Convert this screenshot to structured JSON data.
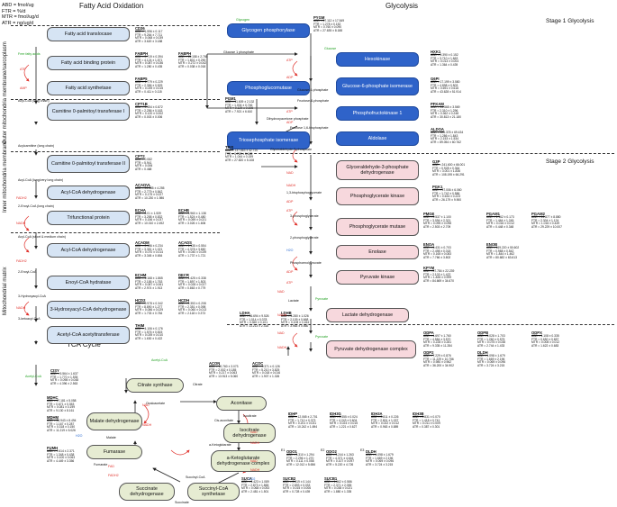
{
  "legend": [
    "ABD = fmol/ug",
    "FTR = %/d",
    "MTR = fmol/ug/d",
    "ATR = ng/ug/d"
  ],
  "sections": {
    "fao": "Fatty Acid Oxidation",
    "glycolysis": "Glycolysis",
    "tca": "TCA Cycle",
    "stage1": "Stage 1 Glycolysis",
    "stage2": "Stage 2 Glycolysis"
  },
  "side_labels": {
    "outer": "Outer mitochondria membrane/sarcoplasm",
    "inner": "Inner mitochondria membrane",
    "matrix": "Mitochondrial matrix"
  },
  "enzymes": [
    {
      "id": "fatty-acid-translocase",
      "label": "Fatty acid translocase"
    },
    {
      "id": "fatty-acid-binding-protein",
      "label": "Fatty acid binding protein"
    },
    {
      "id": "fatty-acid-synthetase",
      "label": "Fatty acid synthetase"
    },
    {
      "id": "cpt1",
      "label": "Carnitine 0-palmitoyl transferase I"
    },
    {
      "id": "cpt2",
      "label": "Carnitine 0-palmitoyl transferase II"
    },
    {
      "id": "acyl-coa-dh-1",
      "label": "Acyl-CoA dehydrogenase"
    },
    {
      "id": "trifunctional",
      "label": "Trifunctional protein"
    },
    {
      "id": "acyl-coa-dh-2",
      "label": "Acyl-CoA dehydrogenase"
    },
    {
      "id": "enoyl-coa-hydratase",
      "label": "Enoyl-CoA hydratase"
    },
    {
      "id": "hydroxyacyl",
      "label": "3-Hydroxyacyl-CoA dehydrogenase"
    },
    {
      "id": "acetyl-coa-acetyltransferase",
      "label": "Acetyl-CoA acetyltransferase"
    },
    {
      "id": "glycogen-phosphorylase",
      "label": "Glycogen phosphorylase"
    },
    {
      "id": "hexokinase",
      "label": "Hexokinase"
    },
    {
      "id": "phosphoglucomutase",
      "label": "Phosphoglucomutase"
    },
    {
      "id": "g6p-isomerase",
      "label": "Glucose-6-phosphate isomerase"
    },
    {
      "id": "phosphofructokinase",
      "label": "Phosphofructokinase 1"
    },
    {
      "id": "triosephosphate-isomerase",
      "label": "Triosephosphate isomerase"
    },
    {
      "id": "aldolase",
      "label": "Aldolase"
    },
    {
      "id": "gapdh",
      "label": "Glyceraldehyde-3-phosphate dehydrogenase"
    },
    {
      "id": "phosphoglycerate-kinase",
      "label": "Phosphoglycerate kinase"
    },
    {
      "id": "phosphoglycerate-mutase",
      "label": "Phosphoglycerate mutase"
    },
    {
      "id": "enolase",
      "label": "Enolase"
    },
    {
      "id": "pyruvate-kinase",
      "label": "Pyruvate kinase"
    },
    {
      "id": "lactate-dehydrogenase",
      "label": "Lactate dehydrogenase"
    },
    {
      "id": "pdh-complex",
      "label": "Pyruvate dehydrogenase complex"
    },
    {
      "id": "citrate-synthase",
      "label": "Citrate synthase"
    },
    {
      "id": "aconitase",
      "label": "Aconitase"
    },
    {
      "id": "malate-dh",
      "label": "Malate dehydrogenase"
    },
    {
      "id": "fumarase",
      "label": "Fumarase"
    },
    {
      "id": "isocitrate-dh",
      "label": "Isocitrate dehydrogenase"
    },
    {
      "id": "akg-dh",
      "label": "a-Ketoglutarate dehydrogenase complex"
    },
    {
      "id": "succinate-dh",
      "label": "Succinate dehydrogenase"
    },
    {
      "id": "succinyl-coa-synthetase",
      "label": "Succinyl-CoA synthetase"
    }
  ],
  "genes": [
    {
      "name": "CD36",
      "lines": [
        "ABD = 1.596 ± 0.117",
        "FTR = 9.264 ± 7.711",
        "MTR = 0.068 ± 0.039",
        "ATR = 3.620 ± 3.188"
      ]
    },
    {
      "name": "FABPH",
      "lines": [
        "ABD = 2.719 ± 0.394",
        "FTR = 4.124 ± 1.571",
        "MTR = 0.087 ± 0.036",
        "ATR = 1.280 ± 0.435"
      ]
    },
    {
      "name": "FABPH",
      "lines": [
        "ABD = 15.158 ± 2.765",
        "FTR = 1.801 ± 0.290",
        "MTR = 0.272 ± 0.042",
        "ATR = 0.038 ± 0.018"
      ]
    },
    {
      "name": "FABP5",
      "lines": [
        "ABD = 1.779 ± 0.229",
        "FTR = 2.356 ± 0.529",
        "MTR = 0.039 ± 0.015",
        "ATR = 0.411 ± 0.115"
      ]
    },
    {
      "name": "CPT1B",
      "lines": [
        "ABD = 5.454 ± 0.872",
        "FTR = 2.256 ± 0.163",
        "MTR = 0.120 ± 0.002",
        "ATR = 0.003 ± 0.006"
      ]
    },
    {
      "name": "CPT2",
      "lines": [
        "ABD = 0.082",
        "FTR = 5.941",
        "MTR = 0.006",
        "ATR = 0.468"
      ]
    },
    {
      "name": "ACADVL",
      "lines": [
        "ABD = 25.685 ± 4.255",
        "FTR = 2.779 ± 0.842",
        "MTR = 0.175 ± 0.027",
        "ATR = 10.230 ± 1.986"
      ]
    },
    {
      "name": "ECHA",
      "lines": [
        "ABD = 8.01 ± 1.539",
        "FTR = 3.258 ± 0.832",
        "MTR = 0.156 ± 0.037",
        "ATR = 10.010 ± 2.492"
      ]
    },
    {
      "name": "ECHB",
      "lines": [
        "ABD = 3.960 ± 1.138",
        "FTR = 1.524 ± 0.480",
        "MTR = 0.059 ± 0.021",
        "ATR = 3.026 ± 1.606"
      ]
    },
    {
      "name": "ACADM",
      "lines": [
        "ABD = 2.136 ± 0.234",
        "FTR = 3.351 ± 1.021",
        "MTR = 0.070 ± 0.014",
        "ATR = 3.345 ± 0.654"
      ]
    },
    {
      "name": "ACADS",
      "lines": [
        "ABD = 1.135 ± 0.554",
        "FTR = 4.378 ± 3.650",
        "MTR = 0.040 ± 0.039",
        "ATR = 1.737 ± 1.721"
      ]
    },
    {
      "name": "ECHM",
      "lines": [
        "ABD = 4.168 ± 1.865",
        "FTR = 2.185 ± 1.763",
        "MTR = 0.087 ± 0.061",
        "ATR = 2.974 ± 1.913"
      ]
    },
    {
      "name": "DECR",
      "lines": [
        "ABD = 1.425 ± 0.338",
        "FTR = 1.897 ± 1.503",
        "MTR = 0.028 ± 0.027",
        "ATR = 0.863 ± 0.779"
      ]
    },
    {
      "name": "HCD2",
      "lines": [
        "ABD = 0.978 ± 0.342",
        "FTR = 8.890 ± 1.277",
        "MTR = 0.086 ± 0.029",
        "ATR = 1.733 ± 0.784"
      ]
    },
    {
      "name": "HCDH",
      "lines": [
        "ABD = 2.353 ± 0.208",
        "FTR = 2.351 ± 0.098",
        "MTR = 0.060 ± 0.013",
        "ATR = 2.118 ± 0.373"
      ]
    },
    {
      "name": "THIM",
      "lines": [
        "ABD = 4.106 ± 0.176",
        "FTR = 1.576 ± 0.815",
        "MTR = 0.039 ± 0.010",
        "ATR = 1.630 ± 0.422"
      ]
    },
    {
      "name": "PYGM",
      "lines": [
        "ABD = 67.112 ± 17.549",
        "FTR = 1.278 ± 0.152",
        "MTR = 0.760 ± 0.090",
        "ATR = 27.635 ± 8.188"
      ]
    },
    {
      "name": "HXK1",
      "lines": [
        "ABD = 0.390 ± 0.152",
        "FTR = 3.710 ± 1.663",
        "MTR = 0.013 ± 0.004",
        "ATR = 1.364 ± 0.439"
      ]
    },
    {
      "name": "G6PI",
      "lines": [
        "ABD = 17.199 ± 3.580",
        "FTR = 4.898 ± 0.503",
        "MTR = 0.691 ± 0.616",
        "ATR = 43.628 ± 51.914"
      ]
    },
    {
      "name": "PFKAM",
      "lines": [
        "ABD = 14.565 ± 3.569",
        "FTR = 2.310 ± 1.296",
        "MTR = 0.362 ± 0.248",
        "ATR = 30.813 ± 21.180"
      ]
    },
    {
      "name": "ALDOA",
      "lines": [
        "ABD = 125.378 ± 69.434",
        "FTR = 1.286 ± 1.843",
        "MTR = 2.153 ± 1.534",
        "ATR = 89.054 ± 60.762"
      ]
    },
    {
      "name": "PGM1",
      "lines": [
        "ABD = 11.609 ± 2.132",
        "FTR = 1.004 ± 0.746",
        "MTR = 0.129 ± 0.106",
        "ATR = 7.921 ± 6.610"
      ]
    },
    {
      "name": "TPIS",
      "lines": [
        "ABD = 137.663 ± 42.720",
        "FTR = 0.769 ± 0.169",
        "MTR = 1.044 ± 0.159",
        "ATR = 27.820 ± 5.108"
      ]
    },
    {
      "name": "G3P",
      "lines": [
        "ABD = 241.600 ± 66.001",
        "FTR = 0.928 ± 0.364",
        "MTR = 3.001 ± 1.836",
        "ATR = 108.195 ± 66.291"
      ]
    },
    {
      "name": "PGK1",
      "lines": [
        "ABD = 37.006 ± 6.060",
        "FTR = 1.742 ± 0.586",
        "MTR = 0.634 ± 0.223",
        "ATR = 26.179 ± 9.900"
      ]
    },
    {
      "name": "PMGE",
      "lines": [
        "ABD = 2.537 ± 1.100",
        "FTR = 3.094 ± 2.321",
        "MTR = 0.095 ± 0.098",
        "ATR = 2.503 ± 2.709"
      ]
    },
    {
      "name": "PGAM1",
      "lines": [
        "ABD = 1.162 ± 0.173",
        "FTR = 1.464 ± 1.245",
        "MTR = 0.016 ± 0.012",
        "ATR = 0.448 ± 0.348"
      ]
    },
    {
      "name": "PGAM2",
      "lines": [
        "ABD = 44.877 ± 8.880",
        "FTR = 2.304 ± 1.124",
        "MTR = 1.016 ± 0.449",
        "ATR = 29.229 ± 10.007"
      ]
    },
    {
      "name": "ENOA",
      "lines": [
        "ABD = 6.431 ± 0.703",
        "FTR = 2.498 ± 0.018",
        "MTR = 0.165 ± 0.083",
        "ATR = 7.766 ± 3.802"
      ]
    },
    {
      "name": "ENOB",
      "lines": [
        "ABD = 169.220 ± 50.602",
        "FTR = 0.988 ± 0.542",
        "MTR = 1.844 ± 1.462",
        "ATR = 80.682 ± 63.613"
      ]
    },
    {
      "name": "KPYM",
      "lines": [
        "ABD = 87.784 ± 22.239",
        "FTR = 2.103 ± 1.422",
        "MTR = 1.835 ± 0.999",
        "ATR = 84.669 ± 34.670"
      ]
    },
    {
      "name": "LDHA",
      "lines": [
        "ABD = 36.694 ± 9.526",
        "FTR = 1.014 ± 0.078",
        "MTR = 0.360 ± 0.101",
        "ATR = 13.213 ± 2.318"
      ]
    },
    {
      "name": "LDHB",
      "lines": [
        "ABD = 5.280 ± 1.026",
        "FTR = 2.109 ± 0.668",
        "MTR = 0.108 ± 0.164",
        "ATR = 3.983 ± 0.560"
      ]
    },
    {
      "name": "ODPA",
      "lines": [
        "ABD = 4.697 ± 1.760",
        "FTR = 4.584 ± 3.570",
        "MTR = 0.228 ± 0.281",
        "ATR = 9.335 ± 11.284"
      ]
    },
    {
      "name": "ODPB",
      "lines": [
        "ABD = 5.028 ± 1.703",
        "FTR = 1.260 ± 0.575",
        "MTR = 0.075 ± 0.038",
        "ATR = 2.744 ± 1.433"
      ]
    },
    {
      "name": "ODPX",
      "lines": [
        "ABD = 1.108 ± 0.335",
        "FTR = 0.650 ± 0.657",
        "MTR = 0.008 ± 0.012",
        "ATR = 1.622 ± 0.683"
      ]
    },
    {
      "name": "ODP2",
      "lines": [
        "ABD = 7.229 ± 0.876",
        "FTR = 11.229 ± 10.756",
        "MTR = 0.980 ± 0.962",
        "ATR = 36.200 ± 34.902"
      ]
    },
    {
      "name": "DLDH",
      "lines": [
        "ABD = 4.098 ± 1.679",
        "FTR = 1.669 ± 2.196",
        "MTR = 0.069 ± 0.096",
        "ATR = 3.724 ± 3.215"
      ]
    },
    {
      "name": "CISY",
      "lines": [
        "ABD = 5.564 ± 1.637",
        "FTR = 1.770 ± 1.535",
        "MTR = 0.098 ± 0.048",
        "ATR = 4.396 ± 2.563"
      ]
    },
    {
      "name": "ACON",
      "lines": [
        "ABD = 10.760 ± 3.073",
        "FTR = 2.002 ± 0.185",
        "MTR = 0.217 ± 0.063",
        "ATR = 13.913 ± 5.060"
      ]
    },
    {
      "name": "ACOC",
      "lines": [
        "ABD = 0.371 ± 0.126",
        "FTR = 5.210 ± 3.825",
        "MTR = 0.018 ± 0.016",
        "ATR = 1.907 ± 1.326"
      ]
    },
    {
      "name": "MDHC",
      "lines": [
        "ABD = 17.181 ± 5.058",
        "FTR = 0.671 ± 0.353",
        "MTR = 0.081 ± 0.199",
        "ATR = 9.130 ± 8.161"
      ]
    },
    {
      "name": "MDHM",
      "lines": [
        "ABD = 26.943 ± 8.494",
        "FTR = 1.167 ± 0.287",
        "MTR = 0.318 ± 0.150",
        "ATR = 11.219 ± 5.026"
      ]
    },
    {
      "name": "IDHP",
      "lines": [
        "ABD = 12.065 ± 2.701",
        "FTR = 1.710 ± 0.373",
        "MTR = 0.201 ± 0.031",
        "ATR = 10.242 ± 1.694"
      ]
    },
    {
      "name": "IDH3G",
      "lines": [
        "ABD = 0.355 ± 0.024",
        "FTR = 4.243 ± 0.604",
        "MTR = 0.024 ± 0.015",
        "ATR = 1.221 ± 0.627"
      ]
    },
    {
      "name": "IDH3A",
      "lines": [
        "ABD = 0.811 ± 0.226",
        "FTR = 2.801 ± 1.037",
        "MTR = 0.022 ± 0.012",
        "ATR = 0.963 ± 0.889"
      ]
    },
    {
      "name": "IDH3B",
      "lines": [
        "ABD = 0.831 ± 0.070",
        "FTR = 1.418 ± 0.741",
        "MTR = 0.011 ± 0.009",
        "ATR = 0.387 ± 0.301"
      ]
    },
    {
      "name": "FUMH",
      "lines": [
        "ABD = 7.614 ± 2.371",
        "FTR = 1.348 ± 0.438",
        "MTR = 0.100 ± 0.063",
        "ATR = 4.449 ± 3.356"
      ]
    },
    {
      "name": "ODO1",
      "lines": [
        "ABD = 3.310 ± 1.294",
        "FTR = 2.296 ± 1.270",
        "MTR = 0.111 ± 0.058",
        "ATR = 12.012 ± 5.656"
      ]
    },
    {
      "name": "ODO2",
      "lines": [
        "ABD = 3.244 ± 1.263",
        "FTR = 4.371 ± 4.616",
        "MTR = 0.107 ± 0.097",
        "ATR = 5.220 ± 4.726"
      ]
    },
    {
      "name": "DLDH",
      "lines": [
        "ABD = 4.098 ± 1.679",
        "FTR = 1.669 ± 2.196",
        "MTR = 0.069 ± 0.096",
        "ATR = 3.724 ± 3.215"
      ]
    },
    {
      "name": "SUCA",
      "lines": [
        "ABD = 2.423 ± 1.089",
        "FTR = 2.873 ± 1.865",
        "MTR = 0.068 ± 0.053",
        "ATR = 2.481 ± 1.501"
      ]
    },
    {
      "name": "SUCB2",
      "lines": [
        "ABD = 0.519 ± 0.144",
        "FTR = 2.893 ± 0.033",
        "MTR = 0.015 ± 0.006",
        "ATR = 0.728 ± 0.439"
      ]
    },
    {
      "name": "SUCB1",
      "lines": [
        "ABD = 1.662 ± 0.586",
        "FTR = 2.371 ± 2.055",
        "MTR = 0.038 ± 0.021",
        "ATR = 1.880 ± 1.335"
      ]
    }
  ],
  "metabolites": {
    "free_fatty_acids": "Free fatty acids",
    "acyl_coa_long": "Acyl-CoA (long chain)",
    "acylcarnitine": "Acylcarnitine (long chain)",
    "acyl_coa_very_long": "Acyl-CoA (long/very long chain)",
    "enoyl_coa_long": "2-Enoyl-CoA (long chain)",
    "acyl_coa_short": "Acyl-CoA (short & medium chain)",
    "enoyl_coa": "2-Enoyl-CoA",
    "hydroxyacyl_coa": "3-Hydroxyacyl-CoA",
    "ketoacyl_coa": "3-ketoacyl-CoA",
    "acetyl_coa": "Acetyl-CoA",
    "glycogen": "Glycogen",
    "glucose": "Glucose",
    "g1p": "Glucose 1 phosphate",
    "g6p": "Glucose-6-phosphate",
    "f6p": "Fructose-6-phosphate",
    "f16bp": "Fructose 1,6-bisphosphate",
    "dhap": "Dihydroxyacetone phosphate",
    "gap": "Glyceraldehyde-3-phosphate",
    "bpg": "1,3-bisphosphoglycerate",
    "pg3": "3-phosphoglycerate",
    "pg2": "2-phosphoglycerate",
    "pep": "Phosphoenolpyruvate",
    "pyruvate": "Pyruvate",
    "lactate": "Lactate",
    "citrate": "Citrate",
    "cis_aconitate": "Cis-aconitate",
    "isocitrate": "Isocitrate",
    "akg": "a-Ketoglutarate",
    "succinyl_coa": "Succinyl-CoA",
    "succinate": "Succinate",
    "fumarate": "Fumarate",
    "malate": "Malate",
    "oxaloacetate": "Oxaloacetate",
    "atp": "ATP",
    "amp": "AMP",
    "adp": "ADP",
    "fadh2": "FADH2",
    "fad": "FAD",
    "nadh": "NADH",
    "nad": "NAD",
    "h2o": "H2O",
    "co2": "CO2",
    "e1": "E1",
    "e2": "E2",
    "e3": "E3"
  }
}
